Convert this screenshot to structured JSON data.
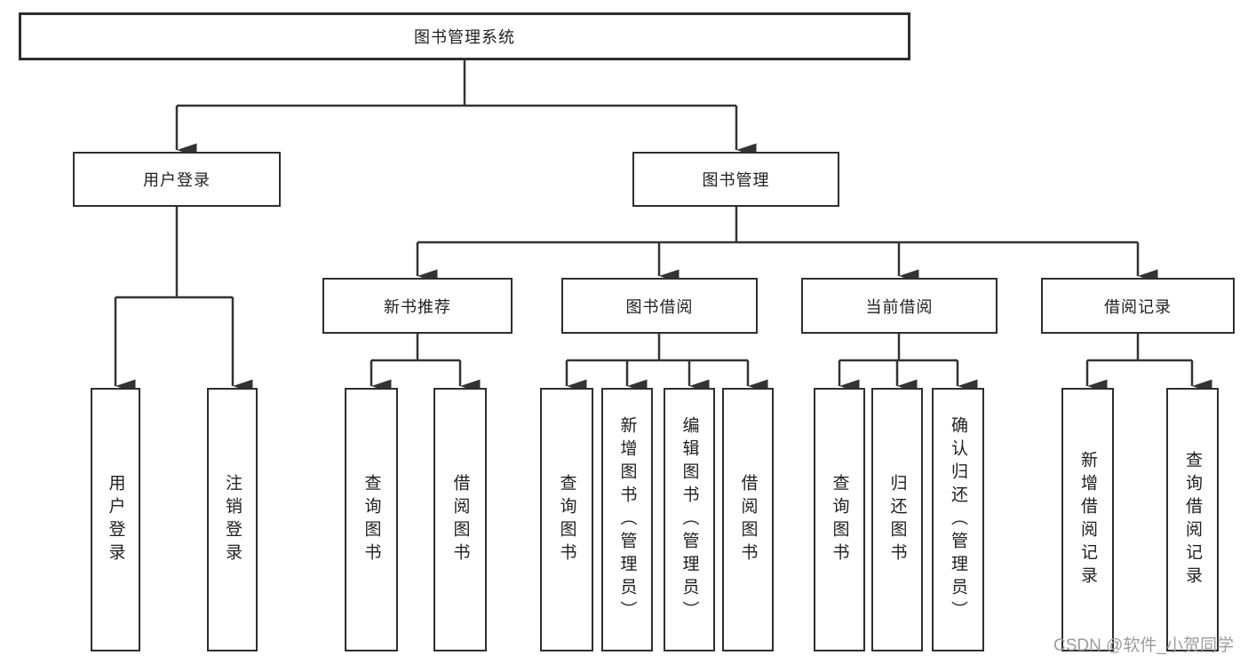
{
  "diagram": {
    "root": {
      "label": "图书管理系统"
    },
    "level2": [
      {
        "label": "用户登录"
      },
      {
        "label": "图书管理"
      }
    ],
    "level3": [
      {
        "label": "新书推荐"
      },
      {
        "label": "图书借阅"
      },
      {
        "label": "当前借阅"
      },
      {
        "label": "借阅记录"
      }
    ],
    "leaves": {
      "user_login": [
        {
          "label": "用户登录"
        },
        {
          "label": "注销登录"
        }
      ],
      "new_books": [
        {
          "label": "查询图书"
        },
        {
          "label": "借阅图书"
        }
      ],
      "book_borrow": [
        {
          "label": "查询图书"
        },
        {
          "label": "新增图书（管理员）"
        },
        {
          "label": "编辑图书（管理员）"
        },
        {
          "label": "借阅图书"
        }
      ],
      "current_borrow": [
        {
          "label": "查询图书"
        },
        {
          "label": "归还图书"
        },
        {
          "label": "确认归还（管理员）"
        }
      ],
      "borrow_records": [
        {
          "label": "新增借阅记录"
        },
        {
          "label": "查询借阅记录"
        }
      ]
    }
  },
  "watermark": {
    "text": "CSDN @软件_小贺同学"
  },
  "colors": {
    "line": "#333333",
    "box_border": "#2e2e2e",
    "text": "#1f1f1f",
    "watermark": "#9c9c9c",
    "background": "#ffffff"
  }
}
